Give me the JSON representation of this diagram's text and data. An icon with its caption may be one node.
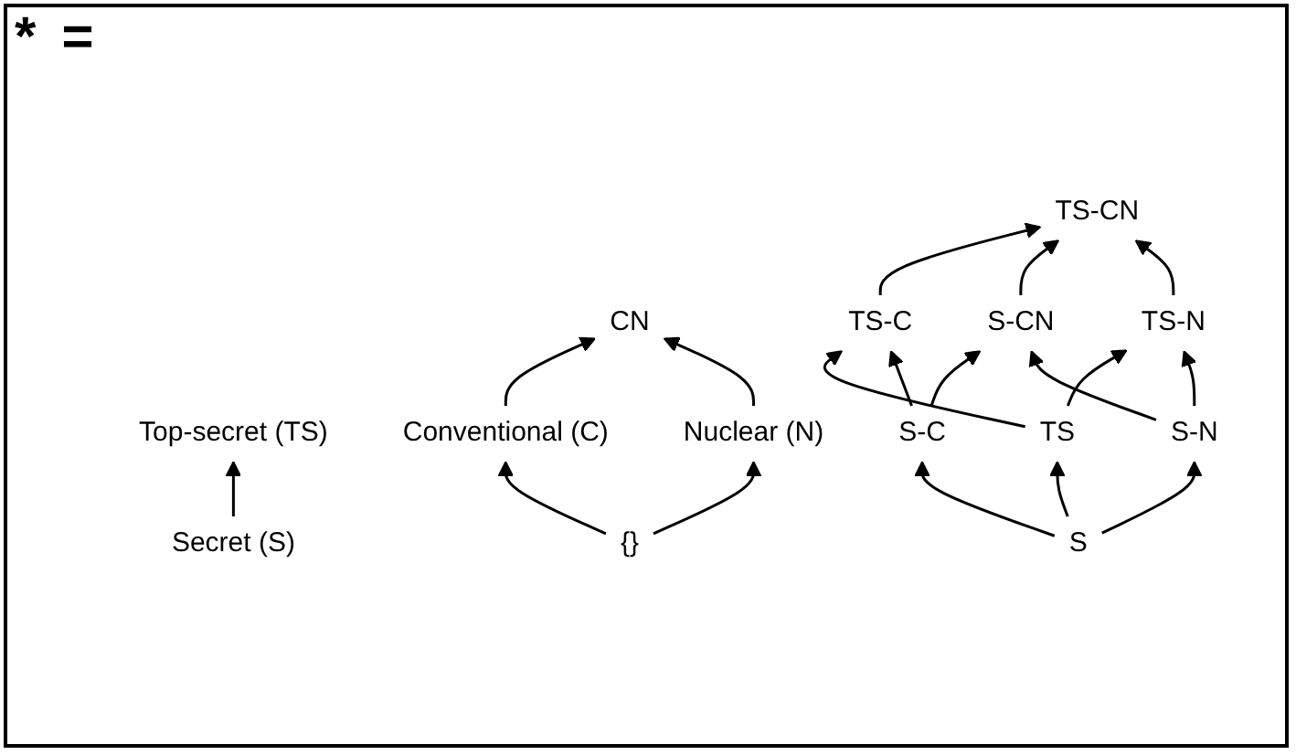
{
  "diagram": {
    "nodes": [
      {
        "text": [
          "Top-secret (TS)"
        ]
      },
      {
        "text": [
          "Secret (S)"
        ]
      },
      {
        "text": [
          "CN"
        ]
      },
      {
        "text": [
          "Conventional (C)"
        ]
      },
      {
        "text": [
          "Nuclear (N)"
        ]
      },
      {
        "text": [
          "{}"
        ]
      },
      {
        "text": [
          "TS-CN"
        ]
      },
      {
        "text": [
          "TS-C"
        ]
      },
      {
        "text": [
          "TS-N"
        ]
      },
      {
        "text": [
          "TS"
        ]
      },
      {
        "text": [
          "S-CN"
        ]
      },
      {
        "text": [
          "S-C"
        ]
      },
      {
        "text": [
          "S-N"
        ]
      },
      {
        "text": [
          "S"
        ]
      }
    ],
    "edges": [
      {
        "from": 1,
        "to": 0,
        "arrow": "to"
      },
      {
        "from": 3,
        "to": 2,
        "arrow": "to"
      },
      {
        "from": 4,
        "to": 2,
        "arrow": "to"
      },
      {
        "from": 5,
        "to": 3,
        "arrow": "to"
      },
      {
        "from": 5,
        "to": 4,
        "arrow": "to"
      },
      {
        "from": 7,
        "to": 6,
        "arrow": "to"
      },
      {
        "from": 10,
        "to": 6,
        "arrow": "to"
      },
      {
        "from": 8,
        "to": 6,
        "arrow": "to"
      },
      {
        "from": 9,
        "to": 7,
        "arrow": "to"
      },
      {
        "from": 11,
        "to": 7,
        "arrow": "to"
      },
      {
        "from": 9,
        "to": 8,
        "arrow": "to"
      },
      {
        "from": 12,
        "to": 8,
        "arrow": "to"
      },
      {
        "from": 11,
        "to": 10,
        "arrow": "to"
      },
      {
        "from": 12,
        "to": 10,
        "arrow": "to"
      },
      {
        "from": 13,
        "to": 11,
        "arrow": "to"
      },
      {
        "from": 13,
        "to": 9,
        "arrow": "to"
      },
      {
        "from": 13,
        "to": 12,
        "arrow": "to"
      }
    ],
    "labels": [
      "*",
      "="
    ]
  }
}
